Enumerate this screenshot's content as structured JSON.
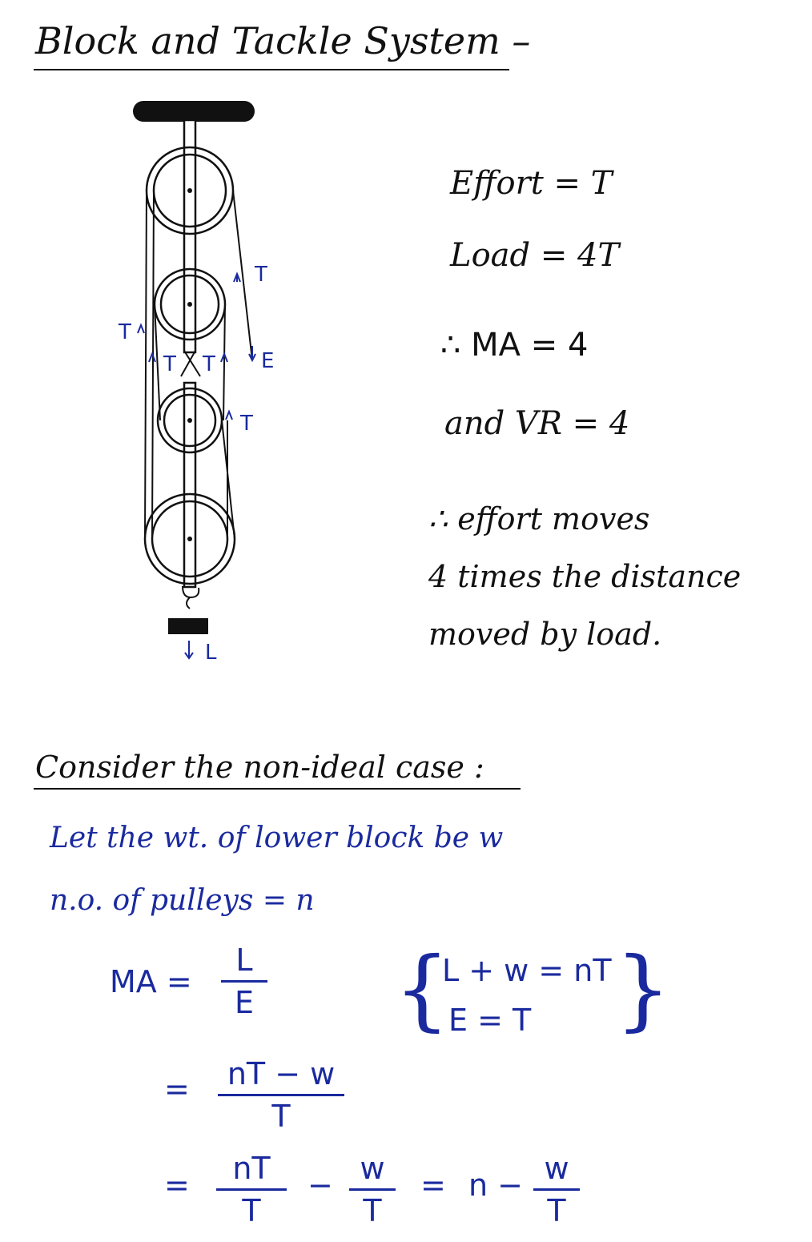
{
  "title": "Block and Tackle System –",
  "diagram": {
    "labels": {
      "t_outer_left": "T",
      "t_upper_right": "T",
      "t_mid_left": "T",
      "t_mid_right": "T",
      "effort": "E",
      "t_lower_right": "T",
      "load": "L"
    }
  },
  "ideal": {
    "effort_line": "Effort = T",
    "load_line": "Load = 4T",
    "ma_line": "∴  MA = 4",
    "vr_line": "and  VR = 4",
    "conclusion": [
      "∴  effort  moves",
      "4  times  the  distance",
      "moved  by  load."
    ]
  },
  "nonideal": {
    "heading": "Consider  the  non-ideal  case :",
    "line1": "Let  the  wt.  of  lower  block  be  w",
    "line2": "n.o.  of  pulleys  =  n",
    "ma_label": "MA =",
    "ma_num": "L",
    "ma_den": "E",
    "system_line1": "L + w = nT",
    "system_line2": "E = T",
    "eq2": "=",
    "eq2_num": "nT − w",
    "eq2_den": "T",
    "eq3": "=",
    "eq3_f1_num": "nT",
    "eq3_f1_den": "T",
    "minus1": "−",
    "eq3_f2_num": "w",
    "eq3_f2_den": "T",
    "eq3_equals": "=",
    "eq3_n_minus": "n −",
    "eq3_f3_num": "w",
    "eq3_f3_den": "T"
  },
  "colors": {
    "ink": "#111111",
    "blue_ink": "#1a2a9e"
  }
}
